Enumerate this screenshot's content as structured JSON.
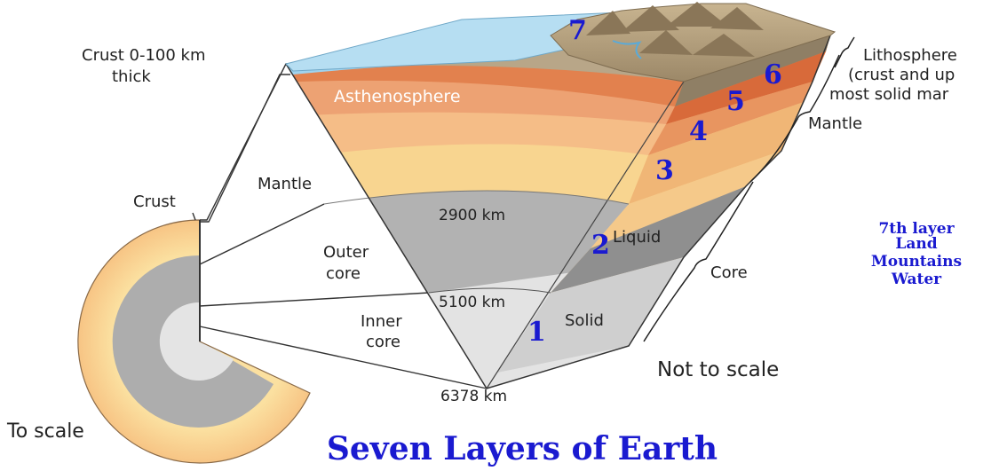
{
  "labels": {
    "crust_thickness": [
      "Crust 0-100 km",
      "thick"
    ],
    "asthenosphere": "Asthenosphere",
    "mantle_inner": "Mantle",
    "crust_small": "Crust",
    "depth_2900": "2900 km",
    "outer_core": [
      "Outer",
      "core"
    ],
    "liquid": "Liquid",
    "depth_5100": "5100 km",
    "inner_core": [
      "Inner",
      "core"
    ],
    "solid": "Solid",
    "depth_6378": "6378 km",
    "lithosphere": [
      "Lithosphere",
      "(crust and up",
      "most solid mar"
    ],
    "mantle_right": "Mantle",
    "core_right": "Core",
    "not_to_scale": "Not to scale",
    "to_scale": "To scale"
  },
  "layer_numbers": [
    "1",
    "2",
    "3",
    "4",
    "5",
    "6",
    "7"
  ],
  "note": [
    "7th layer",
    "Land",
    "Mountains",
    "Water"
  ],
  "title": "Seven Layers of Earth",
  "colors": {
    "accent_text": "#1a1ad0",
    "water": "#a8d8f0",
    "crust": "#b5a587",
    "asthenosphere": "#e38350",
    "upper_mantle_a": "#eda273",
    "upper_mantle_b": "#f5c089",
    "lower_mantle": "#f8d590",
    "outer_core": "#b0b0b0",
    "inner_core": "#e2e2e2"
  }
}
